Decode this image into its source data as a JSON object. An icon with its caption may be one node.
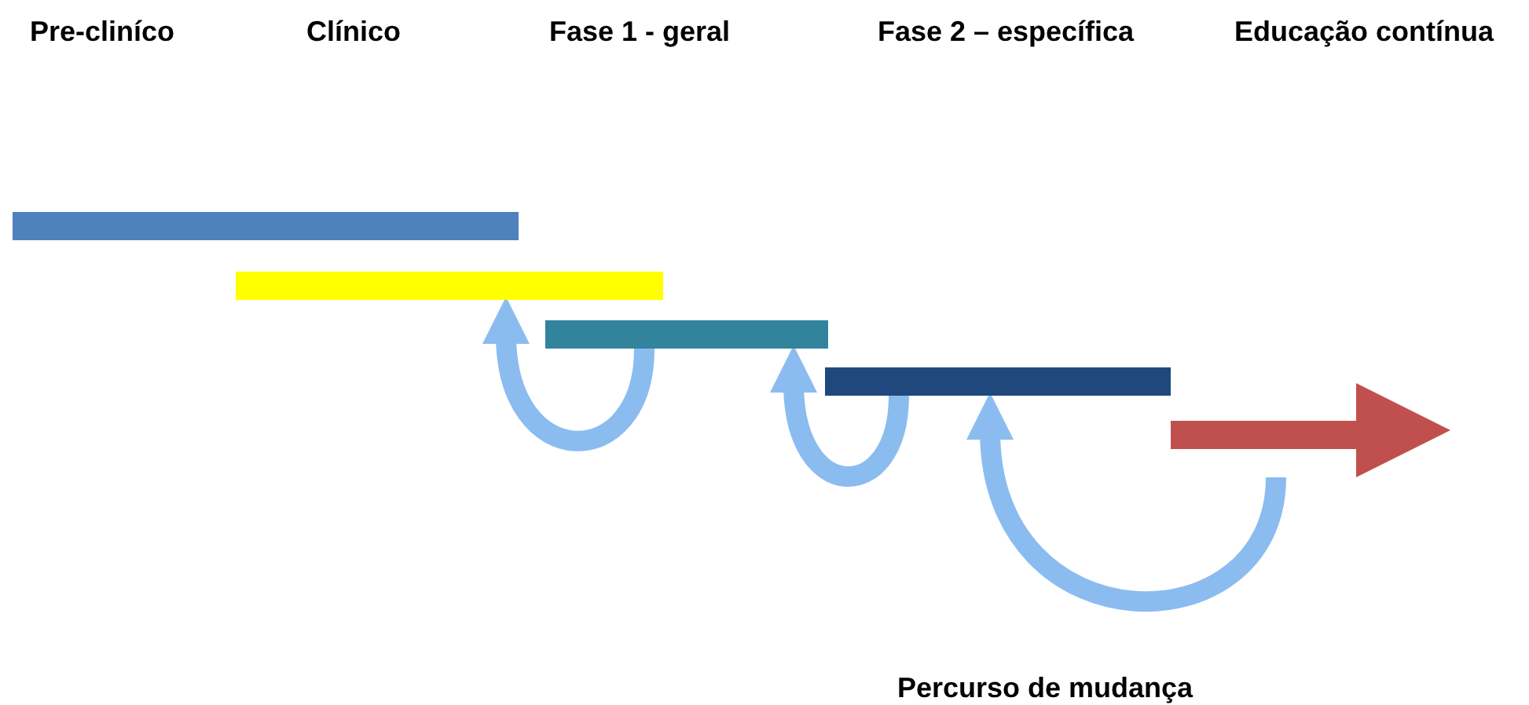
{
  "diagram": {
    "nodes": [
      {
        "text": [],
        "shape": "bar"
      },
      {
        "text": [],
        "shape": "bar"
      },
      {
        "text": [],
        "shape": "bar"
      },
      {
        "text": [],
        "shape": "bar"
      },
      {
        "text": [],
        "shape": "arrow"
      }
    ],
    "edges": [
      {
        "from": 2,
        "to": 1,
        "arrow": "to"
      },
      {
        "from": 3,
        "to": 2,
        "arrow": "to"
      },
      {
        "from": 4,
        "to": 3,
        "arrow": "to"
      }
    ],
    "labels": [
      "Pre-cliníco",
      "Clínico",
      "Fase 1 - geral",
      "Fase 2 – específica",
      "Educação contínua",
      "Percurso de mudança"
    ]
  }
}
